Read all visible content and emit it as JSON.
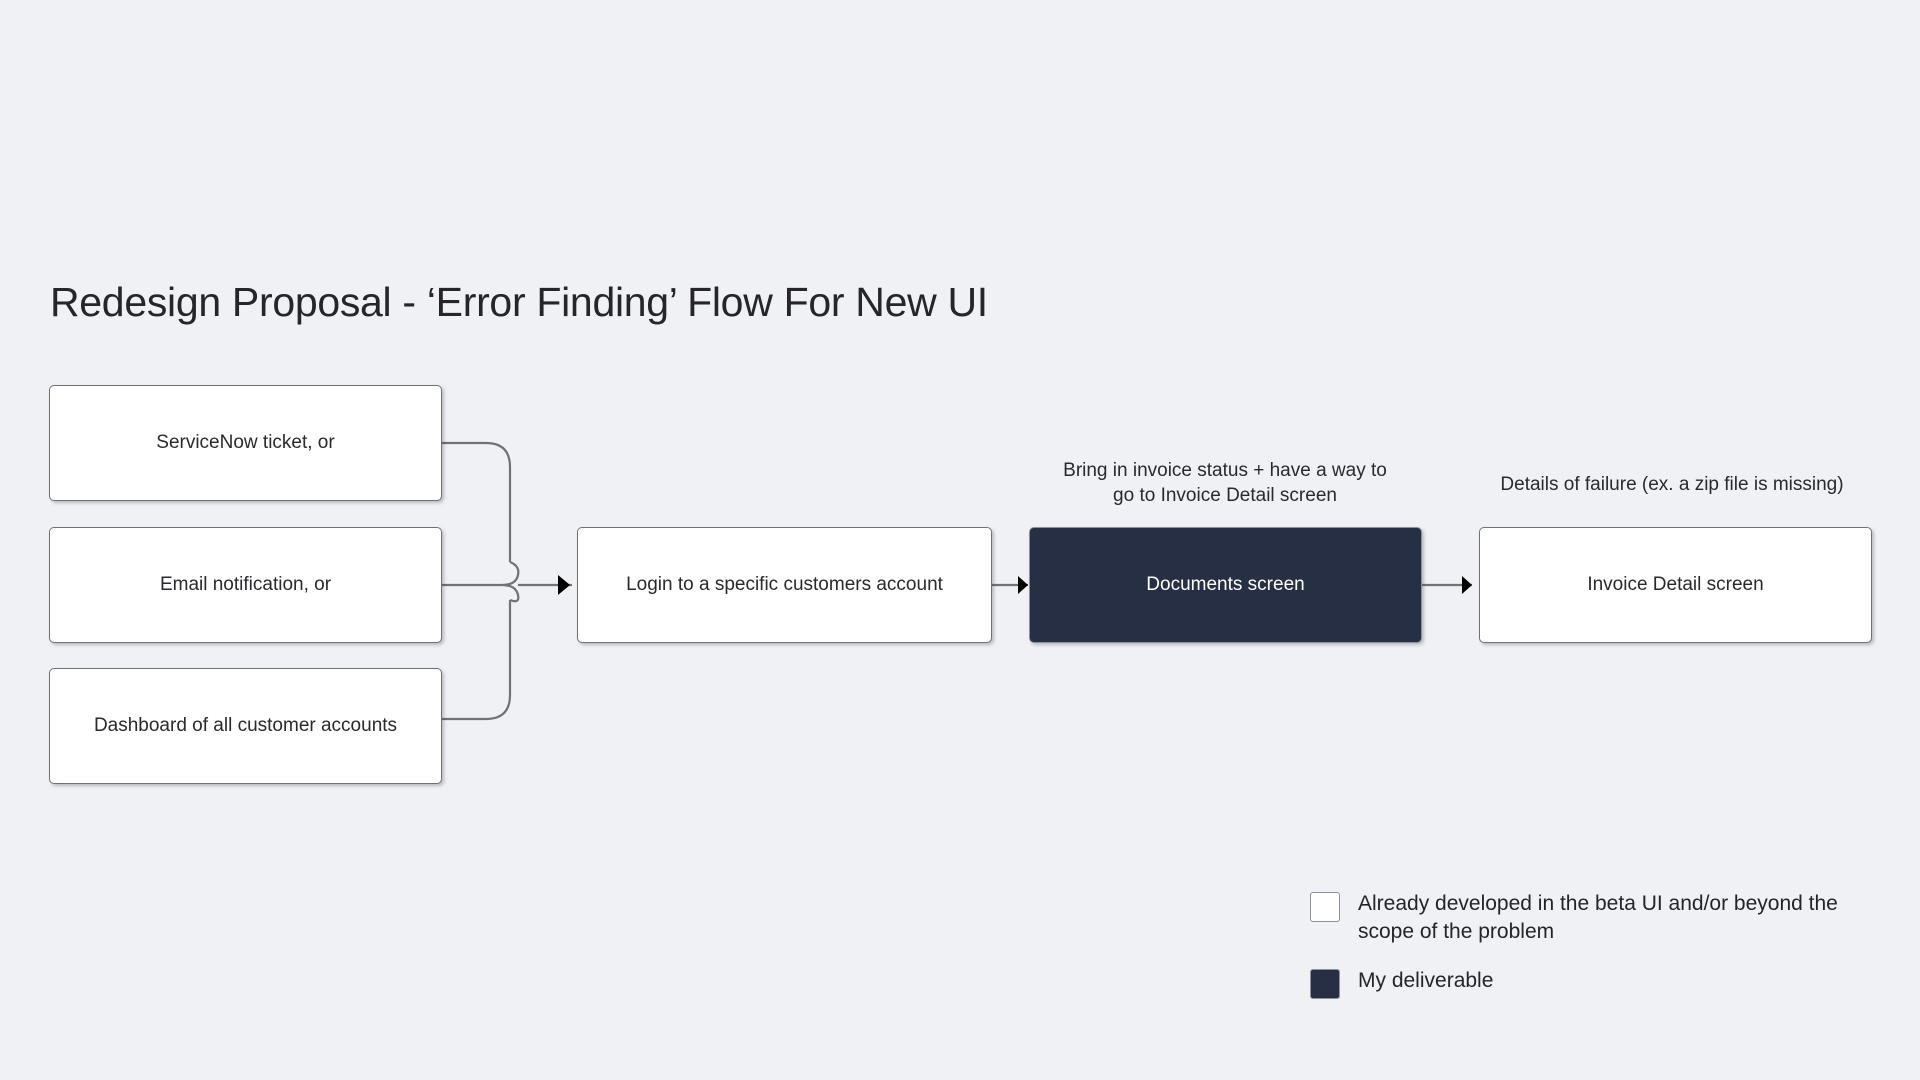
{
  "page": {
    "title": "Redesign Proposal - ‘Error Finding’ Flow For New UI",
    "background_color": "#F0F1F5",
    "text_color": "#2A2A2E",
    "accent_color": "#262F43",
    "connector_color": "#6F7278"
  },
  "chart_data": {
    "type": "diagram",
    "title": "Redesign Proposal - ‘Error Finding’ Flow For New UI",
    "subtype": "flowchart",
    "direction": "left-to-right",
    "nodes": [
      {
        "id": "servicenow",
        "label": "ServiceNow ticket, or",
        "style": "light",
        "column": 1,
        "row": 1
      },
      {
        "id": "email",
        "label": "Email notification, or",
        "style": "light",
        "column": 1,
        "row": 2
      },
      {
        "id": "dashboard",
        "label": "Dashboard of all customer accounts",
        "style": "light",
        "column": 1,
        "row": 3
      },
      {
        "id": "login",
        "label": "Login to a specific customers account",
        "style": "light",
        "column": 2,
        "row": 2
      },
      {
        "id": "documents",
        "label": "Documents screen",
        "style": "dark",
        "column": 3,
        "row": 2
      },
      {
        "id": "invoice",
        "label": "Invoice Detail screen",
        "style": "light",
        "column": 4,
        "row": 2
      }
    ],
    "edges": [
      {
        "from": "servicenow",
        "to": "login",
        "arrow": true
      },
      {
        "from": "email",
        "to": "login",
        "arrow": true
      },
      {
        "from": "dashboard",
        "to": "login",
        "arrow": true
      },
      {
        "from": "login",
        "to": "documents",
        "arrow": true
      },
      {
        "from": "documents",
        "to": "invoice",
        "arrow": true
      }
    ],
    "annotations": [
      {
        "target": "documents",
        "text": "Bring in invoice status + have a way to go to Invoice Detail screen"
      },
      {
        "target": "invoice",
        "text": "Details of failure (ex. a zip file is missing)"
      }
    ]
  },
  "nodes": {
    "servicenow": "ServiceNow ticket, or",
    "email": "Email notification, or",
    "dashboard": "Dashboard of all customer accounts",
    "login": "Login to a specific customers account",
    "documents": "Documents screen",
    "invoice": "Invoice Detail screen"
  },
  "captions": {
    "documents_line1": "Bring in invoice status + have a way to",
    "documents_line2": "go to Invoice Detail screen",
    "invoice": "Details of failure (ex. a zip file is missing)"
  },
  "legend": {
    "items": [
      {
        "swatch": "light",
        "label": "Already developed in the beta UI and/or beyond the scope of the problem",
        "color": "#FFFFFF"
      },
      {
        "swatch": "dark",
        "label": "My deliverable",
        "color": "#262F43"
      }
    ]
  }
}
